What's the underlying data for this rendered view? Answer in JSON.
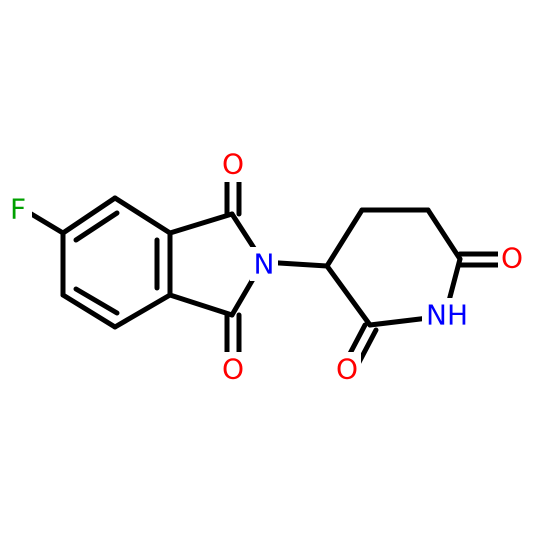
{
  "molecule": {
    "atoms": {
      "F": {
        "label": "F",
        "color": "#00a000"
      },
      "O1": {
        "label": "O",
        "color": "#ff0000"
      },
      "O2": {
        "label": "O",
        "color": "#ff0000"
      },
      "N1": {
        "label": "N",
        "color": "#0000ff"
      },
      "O3": {
        "label": "O",
        "color": "#ff0000"
      },
      "O4": {
        "label": "O",
        "color": "#ff0000"
      },
      "NH": {
        "label": "NH",
        "color": "#0000ff"
      }
    }
  }
}
